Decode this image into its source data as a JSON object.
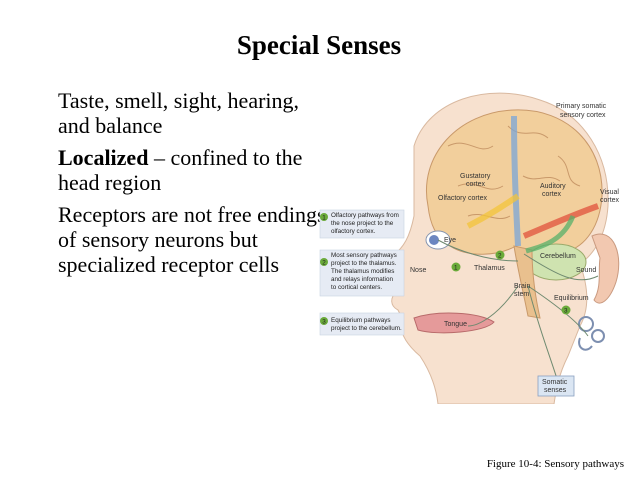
{
  "slide": {
    "title": "Special Senses",
    "bullets": [
      {
        "text": "Taste, smell, sight, hearing, and balance"
      },
      {
        "bold": "Localized",
        "text": " – confined to the head region"
      },
      {
        "text": "Receptors are not free endings of sensory neurons but specialized receptor cells"
      }
    ],
    "caption": "Figure 10-4: Sensory pathways"
  },
  "figure": {
    "labels": {
      "primary_somatic": [
        "Primary somatic",
        "sensory cortex"
      ],
      "gustatory": [
        "Gustatory",
        "cortex"
      ],
      "olfactory": "Olfactory cortex",
      "auditory": [
        "Auditory",
        "cortex"
      ],
      "visual": [
        "Visual",
        "cortex"
      ],
      "eye": "Eye",
      "nose": "Nose",
      "thalamus": "Thalamus",
      "cerebellum": "Cerebellum",
      "sound": "Sound",
      "brain_stem": [
        "Brain",
        "stem"
      ],
      "equilibrium": "Equilibrium",
      "tongue": "Tongue",
      "somatic_senses": [
        "Somatic",
        "senses"
      ]
    },
    "callouts": [
      {
        "num": "1",
        "lines": [
          "Olfactory pathways from",
          "the nose project to the",
          "olfactory cortex."
        ]
      },
      {
        "num": "2",
        "lines": [
          "Most sensory pathways",
          "project to the thalamus.",
          "The thalamus modifies",
          "and relays information",
          "to cortical centers."
        ]
      },
      {
        "num": "3",
        "lines": [
          "Equilibrium pathways",
          "project to the cerebellum."
        ]
      }
    ],
    "colors": {
      "brain": "#f2cf9c",
      "skin": "#f7e1cf",
      "arrow_blue": "#7aa6d8",
      "arrow_red": "#e0523c",
      "arrow_green": "#57b06a",
      "badge": "#6aaa3a"
    }
  }
}
